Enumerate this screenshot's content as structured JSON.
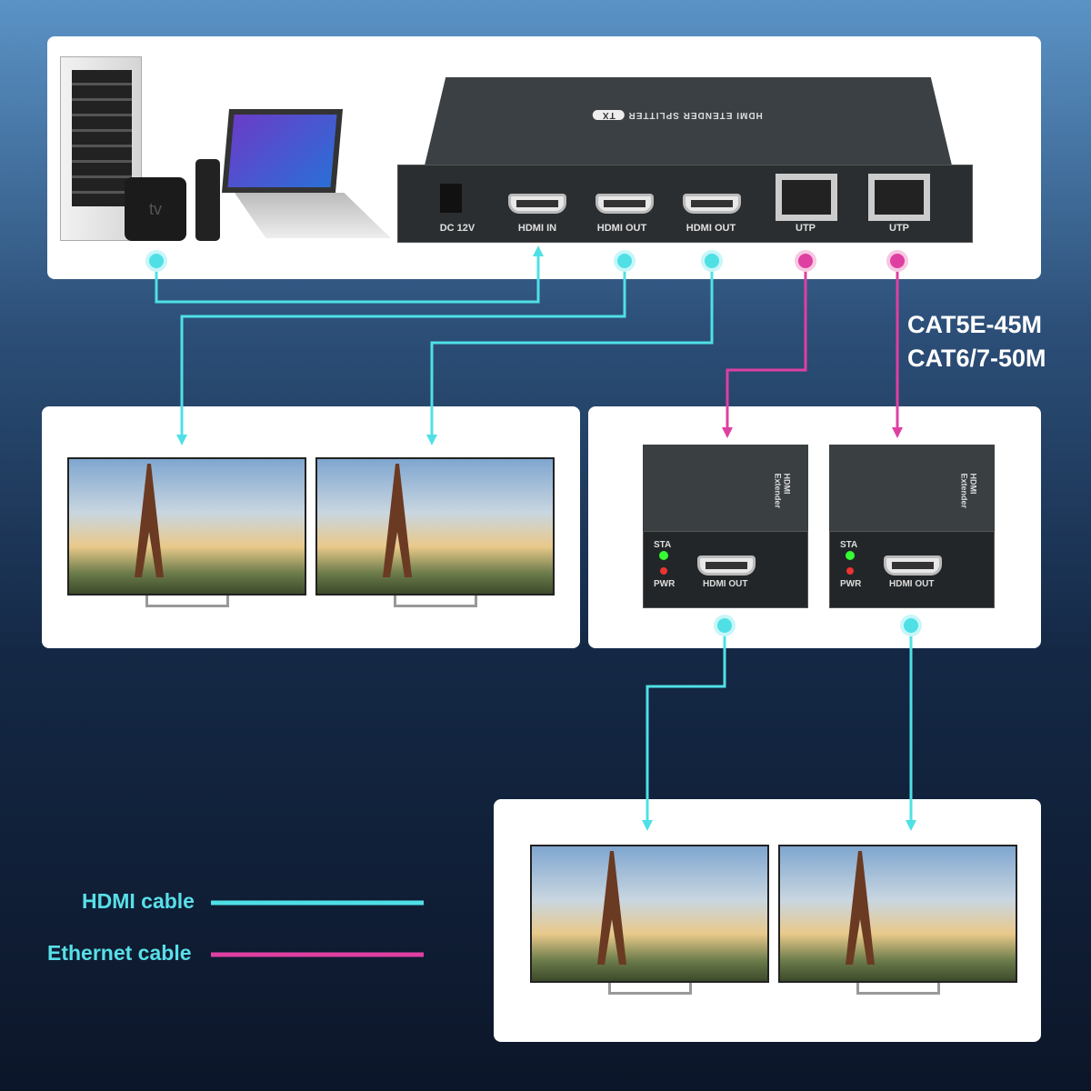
{
  "splitter": {
    "brand_text": "HDMI ETENDER SPLITTER",
    "badge": "TX",
    "ports": [
      "DC 12V",
      "HDMI IN",
      "HDMI OUT",
      "HDMI OUT",
      "UTP",
      "UTP"
    ]
  },
  "source_devices": {
    "apple_tv_label": "tv"
  },
  "extenders": [
    {
      "side_label": "HDMI Extender",
      "sta": "STA",
      "pwr": "PWR",
      "port": "HDMI OUT"
    },
    {
      "side_label": "HDMI Extender",
      "sta": "STA",
      "pwr": "PWR",
      "port": "HDMI OUT"
    }
  ],
  "cable_spec": [
    "CAT5E-45M",
    "CAT6/7-50M"
  ],
  "legend": [
    {
      "label": "HDMI cable",
      "color": "#4fe0e6"
    },
    {
      "label": "Ethernet cable",
      "color": "#e03fa2"
    }
  ],
  "colors": {
    "hdmi": "#4fe0e6",
    "ethernet": "#e03fa2"
  }
}
